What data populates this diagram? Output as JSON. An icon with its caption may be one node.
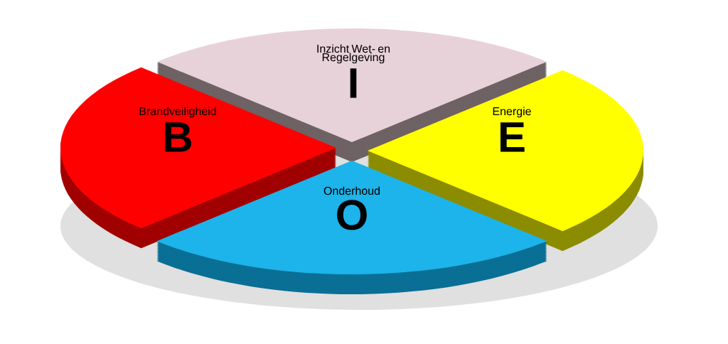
{
  "diagram": {
    "nodes": [
      {
        "text": [
          "Inzicht Wet- en Regelgeving",
          "I"
        ]
      },
      {
        "text": [
          "Brandveiligheid",
          "B"
        ]
      },
      {
        "text": [
          "Energie",
          "E"
        ]
      },
      {
        "text": [
          "Onderhoud",
          "O"
        ]
      }
    ]
  }
}
